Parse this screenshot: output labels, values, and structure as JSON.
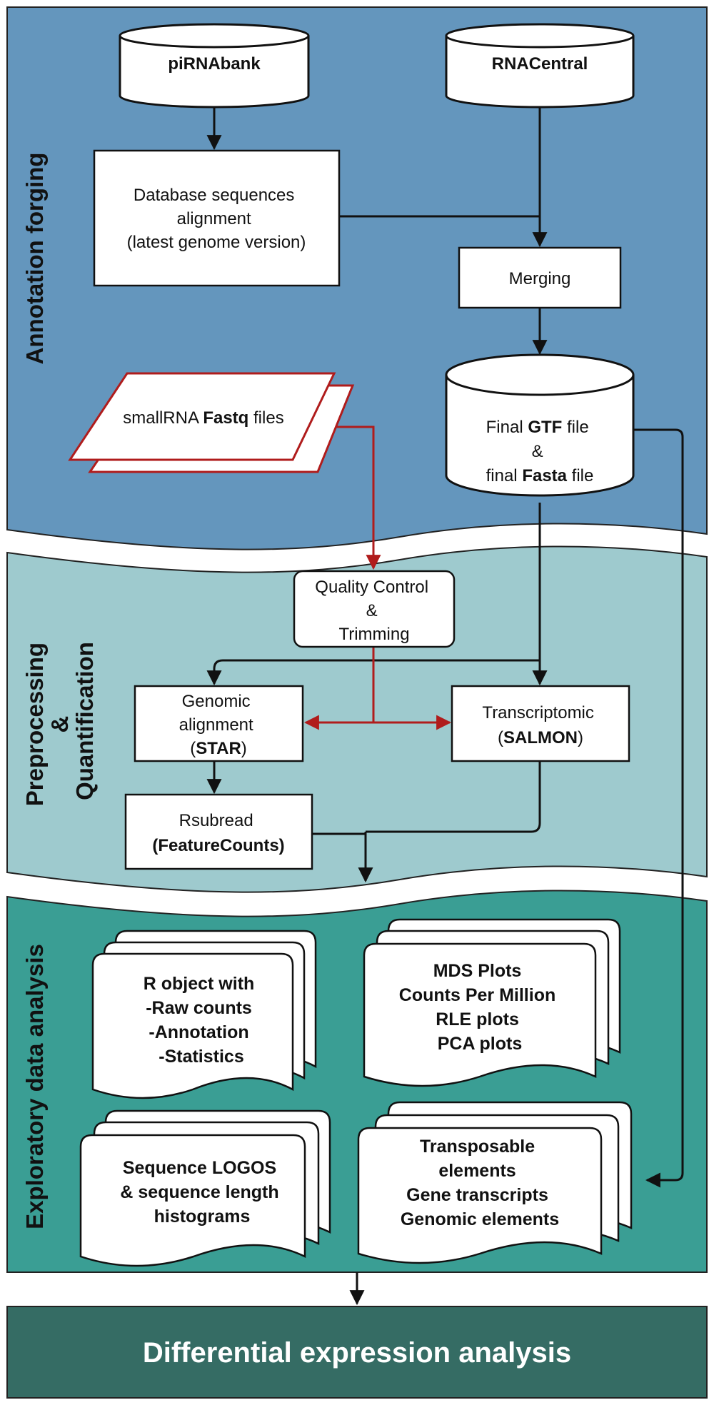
{
  "sections": {
    "annotation": {
      "label": "Annotation forging",
      "color": "#6496bd"
    },
    "preprocessing": {
      "label_line1": "Preprocessing",
      "label_amp": "&",
      "label_line2": "Quantification",
      "color": "#9ecace"
    },
    "exploratory": {
      "label": "Exploratory data analysis",
      "color": "#3a9e94"
    }
  },
  "databases": {
    "pirnabank": "piRNAbank",
    "rnacentral": "RNACentral",
    "final_files": {
      "line1_pre": "Final ",
      "line1_bold": "GTF",
      "line1_post": " file",
      "line2": "&",
      "line3_pre": "final ",
      "line3_bold": "Fasta",
      "line3_post": " file"
    }
  },
  "process_boxes": {
    "alignment": [
      "Database sequences",
      "alignment",
      "(latest genome version)"
    ],
    "merging": "Merging",
    "qc": [
      "Quality Control",
      "&",
      "Trimming"
    ],
    "genomic": {
      "line1": "Genomic",
      "line2": "alignment",
      "line3_pre": "(",
      "line3_bold": "STAR",
      "line3_post": ")"
    },
    "transcriptomic": {
      "line1": "Transcriptomic",
      "line2_pre": "(",
      "line2_bold": "SALMON",
      "line2_post": ")"
    },
    "rsubread": {
      "line1": "Rsubread",
      "line2": "(FeatureCounts)"
    }
  },
  "input_files": {
    "pre": "smallRNA ",
    "bold": "Fastq",
    "post": " files"
  },
  "outputs": {
    "robject": [
      "R object with",
      "-Raw counts",
      "-Annotation",
      "-Statistics"
    ],
    "plots": [
      "MDS Plots",
      "Counts Per Million",
      "RLE plots",
      "PCA plots"
    ],
    "logos": [
      "Sequence LOGOS",
      "& sequence length",
      "histograms"
    ],
    "elements": [
      "Transposable",
      "elements",
      "Gene transcripts",
      "Genomic elements"
    ]
  },
  "final_step": {
    "label": "Differential expression analysis",
    "color": "#356c64"
  },
  "colors": {
    "red_arrow": "#b01c1c",
    "black_arrow": "#111111"
  }
}
